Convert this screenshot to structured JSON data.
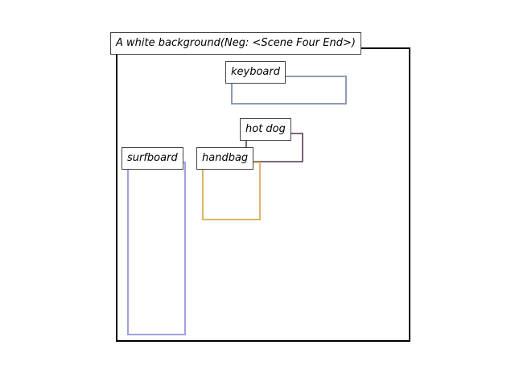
{
  "title": "A white background(Neg: <Scene Four End>)",
  "colors": {
    "keyboard": "#8f9bb5",
    "hot_dog": "#7a6478",
    "handbag": "#dcb56a",
    "surfboard": "#9fa0e0",
    "frame": "#000000"
  },
  "objects": [
    {
      "label": "keyboard"
    },
    {
      "label": "hot dog"
    },
    {
      "label": "handbag"
    },
    {
      "label": "surfboard"
    }
  ]
}
